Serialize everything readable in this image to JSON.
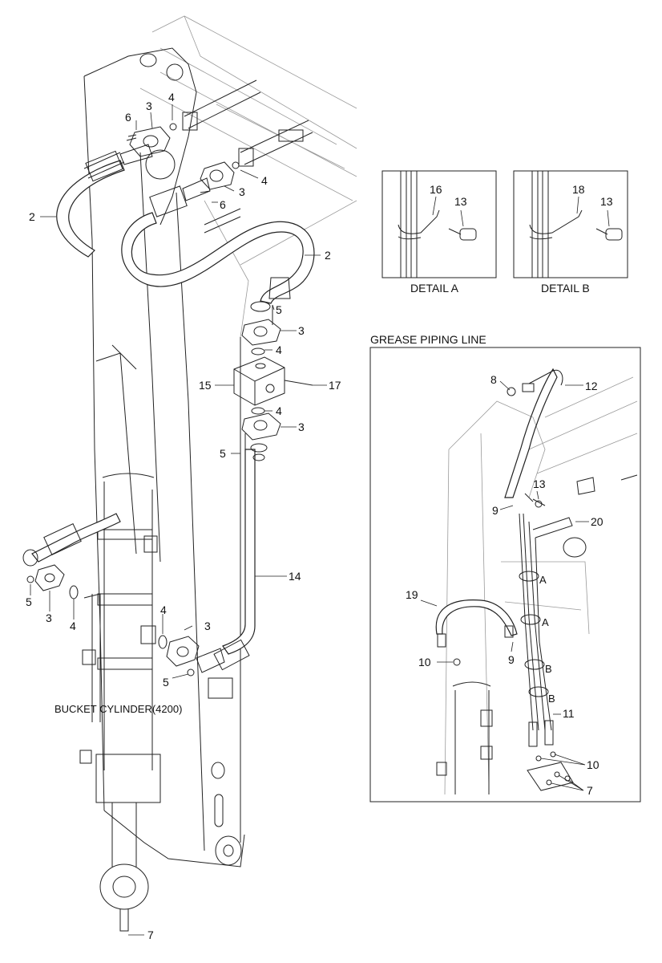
{
  "callouts": {
    "c6a": "6",
    "c3a": "3",
    "c4a": "4",
    "c4b": "4",
    "c3b": "3",
    "c6b": "6",
    "c2a": "2",
    "c2b": "2",
    "c5a": "5",
    "c3c": "3",
    "c4c": "4",
    "c15": "15",
    "c17": "17",
    "c4d": "4",
    "c3d": "3",
    "c5b": "5",
    "c14": "14",
    "c5c": "5",
    "c3e": "3",
    "c4e": "4",
    "c4f": "4",
    "c3f": "3",
    "c5d": "5",
    "c7a": "7"
  },
  "bucket_label": "BUCKET CYLINDER(4200)",
  "detail_a": {
    "title": "DETAIL A",
    "p16": "16",
    "p13": "13"
  },
  "detail_b": {
    "title": "DETAIL B",
    "p18": "18",
    "p13": "13"
  },
  "grease": {
    "title": "GREASE PIPING LINE",
    "p8": "8",
    "p12": "12",
    "p13": "13",
    "p9a": "9",
    "p20": "20",
    "p19": "19",
    "p10a": "10",
    "p9b": "9",
    "p11": "11",
    "p10b": "10",
    "p7": "7",
    "tagA1": "A",
    "tagA2": "A",
    "tagB1": "B",
    "tagB2": "B"
  }
}
